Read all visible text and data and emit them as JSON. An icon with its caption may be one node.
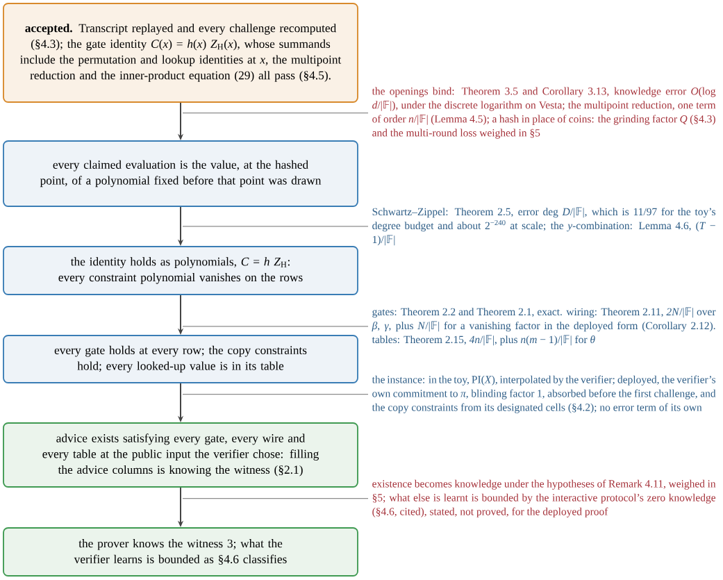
{
  "diagram": {
    "nodes": [
      {
        "text": [
          "**accepted.** Transcript replayed and every challenge recomputed (§4.3); the gate identity *C*(*x*) = *h*(*x*) *Z*$_{H}$(*x*), whose summands include the permutation and lookup identities at *x*, the multipoint reduction and the inner-product equation (29) all pass (§4.5)."
        ]
      },
      {
        "text": [
          "every claimed evaluation is the value, at the hashed point, of a polynomial fixed before that point was drawn"
        ]
      },
      {
        "text": [
          "the identity holds as polynomials, *C* = *h* *Z*$_{H}$: every constraint polynomial vanishes on the rows"
        ]
      },
      {
        "text": [
          "every gate holds at every row; the copy constraints hold; every looked-up value is in its table"
        ]
      },
      {
        "text": [
          "advice exists satisfying every gate, every wire and every table at the public input the verifier chose: filling the advice columns is knowing the witness (§2.1)"
        ]
      },
      {
        "text": [
          "the prover knows the witness 3; what the verifier learns is bounded as §4.6 classifies"
        ]
      },
      {
        "text": [
          "the openings bind: Theorem 3.5 and Corollary 3.13, knowledge error *O*(log *d*/|𝔽|), under the discrete logarithm on Vesta; the multipoint reduction, one term of order *n*/|𝔽| (Lemma 4.5); a hash in place of coins: the grinding factor *Q* (§4.3) and the multi-round loss weighed in §5"
        ]
      },
      {
        "text": [
          "Schwartz–Zippel: Theorem 2.5, error deg *D*/|𝔽|, which is 11/97 for the toy’s degree budget and about 2$^{−240}$ at scale; the *y*-combination: Lemma 4.6, (*T* − 1)/|𝔽|"
        ]
      },
      {
        "text": [
          "gates: Theorem 2.2 and Theorem 2.1, exact. wiring: Theorem 2.11, *2N*/|𝔽| over *β*, *γ*, plus *N*/|𝔽| for a vanishing factor in the deployed form (Corollary 2.12). tables: Theorem 2.15, *4n*/|𝔽|, plus *n*(*m* − 1)/|𝔽| for *θ*"
        ]
      },
      {
        "text": [
          "the instance: in the toy, PI(*X*), interpolated by the verifier; deployed, the verifier’s own commitment to *π*, blinding factor 1, absorbed before the first challenge, and the copy constraints from its designated cells (§4.2); no error term of its own"
        ]
      },
      {
        "text": [
          "existence becomes knowledge under the hypotheses of Remark 4.11, weighed in §5; what else is learnt is bounded by the interactive protocol’s zero knowledge (§4.6, cited), stated, not proved, for the deployed proof"
        ]
      }
    ],
    "edges": [
      {
        "from": 0,
        "to": 1,
        "arrow": "to"
      },
      {
        "from": 1,
        "to": 2,
        "arrow": "to"
      },
      {
        "from": 2,
        "to": 3,
        "arrow": "to"
      },
      {
        "from": 3,
        "to": 4,
        "arrow": "to"
      },
      {
        "from": 4,
        "to": 5,
        "arrow": "to"
      },
      {
        "from": 6,
        "to": null,
        "arrow": "none"
      },
      {
        "from": 7,
        "to": null,
        "arrow": "none"
      },
      {
        "from": 8,
        "to": null,
        "arrow": "none"
      },
      {
        "from": 9,
        "to": null,
        "arrow": "none"
      },
      {
        "from": 10,
        "to": null,
        "arrow": "none"
      }
    ]
  }
}
